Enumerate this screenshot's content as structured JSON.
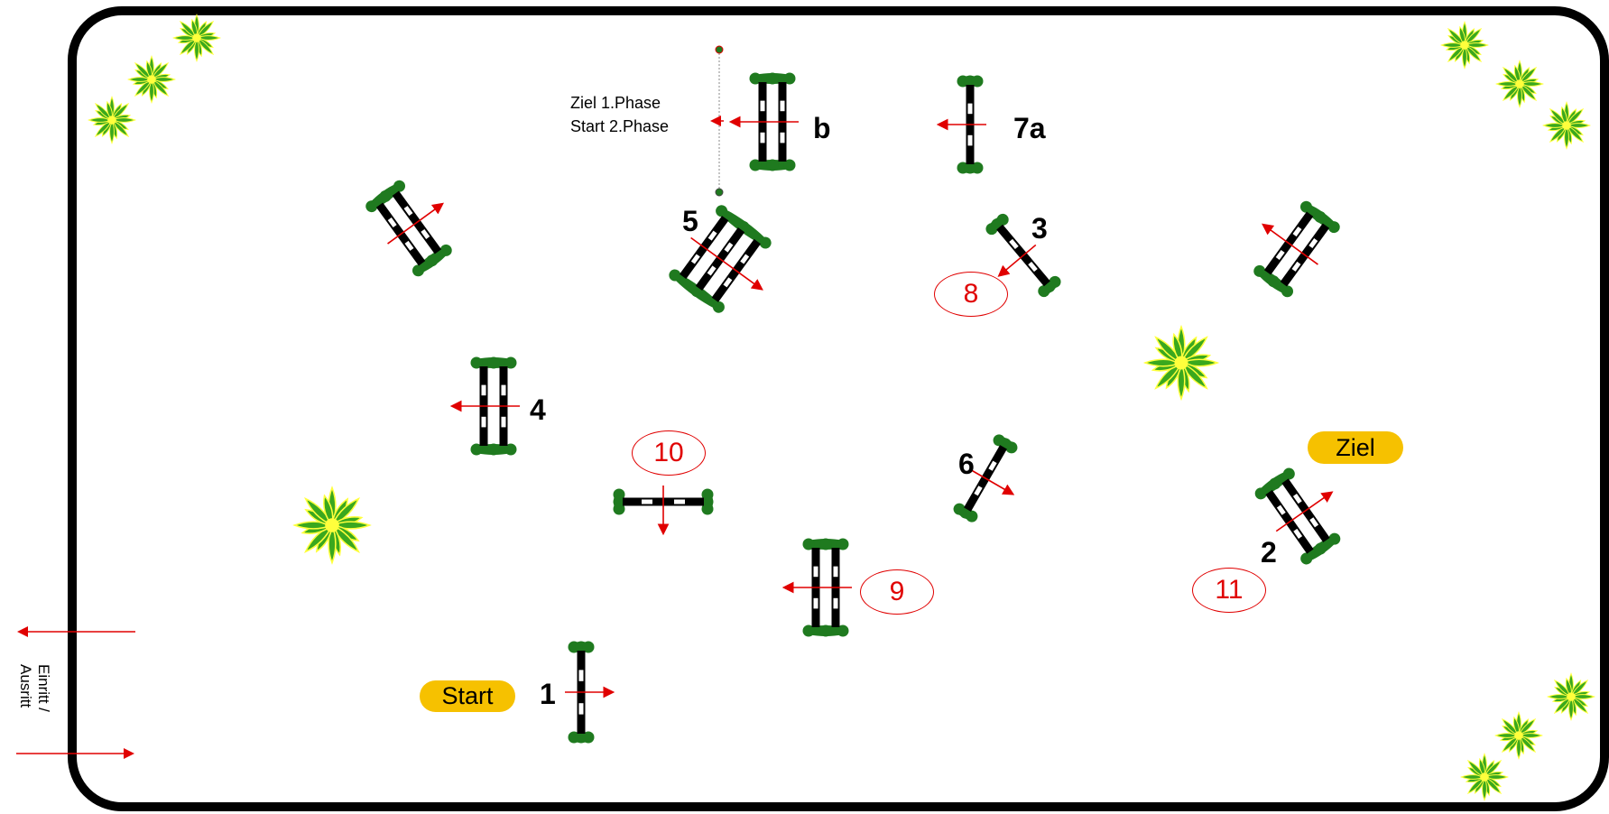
{
  "course": {
    "jumps": [
      {
        "id": "1",
        "label": "1"
      },
      {
        "id": "2",
        "label": "2"
      },
      {
        "id": "3",
        "label": "3"
      },
      {
        "id": "4",
        "label": "4"
      },
      {
        "id": "5",
        "label": "5"
      },
      {
        "id": "6",
        "label": "6"
      },
      {
        "id": "7a",
        "label": "7a"
      },
      {
        "id": "b",
        "label": "b"
      }
    ],
    "second_phase_numbers": [
      "8",
      "9",
      "10",
      "11"
    ],
    "start_label": "Start",
    "finish_label": "Ziel",
    "phase_note_line1": "Ziel   1.Phase",
    "phase_note_line2": "Start 2.Phase",
    "entry_exit_line1": "Einritt /",
    "entry_exit_line2": "Ausritt"
  },
  "colors": {
    "arena_border": "#000000",
    "direction_arrow": "#e00000",
    "standard_green": "#1f7a1f",
    "label_badge": "#f6c100",
    "plant_green": "#3aa81e",
    "plant_light": "#ffff3c"
  }
}
